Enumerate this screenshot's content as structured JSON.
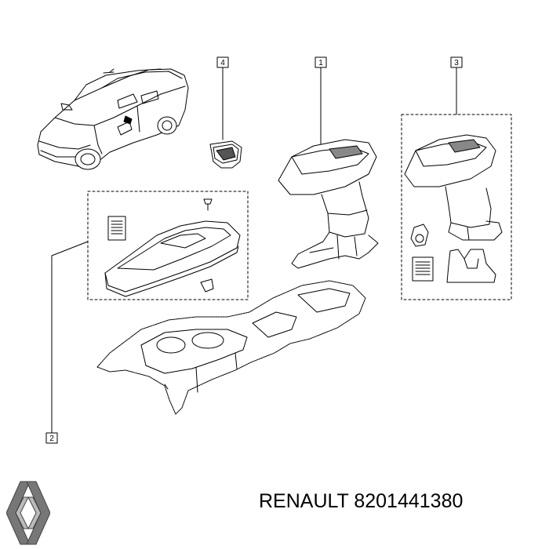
{
  "callouts": {
    "c1": "1",
    "c2": "2",
    "c3": "3",
    "c4": "4"
  },
  "footer": {
    "brand": "RENAULT",
    "part_number": "8201441380"
  },
  "icons": {
    "logo": "renault-diamond-logo"
  }
}
